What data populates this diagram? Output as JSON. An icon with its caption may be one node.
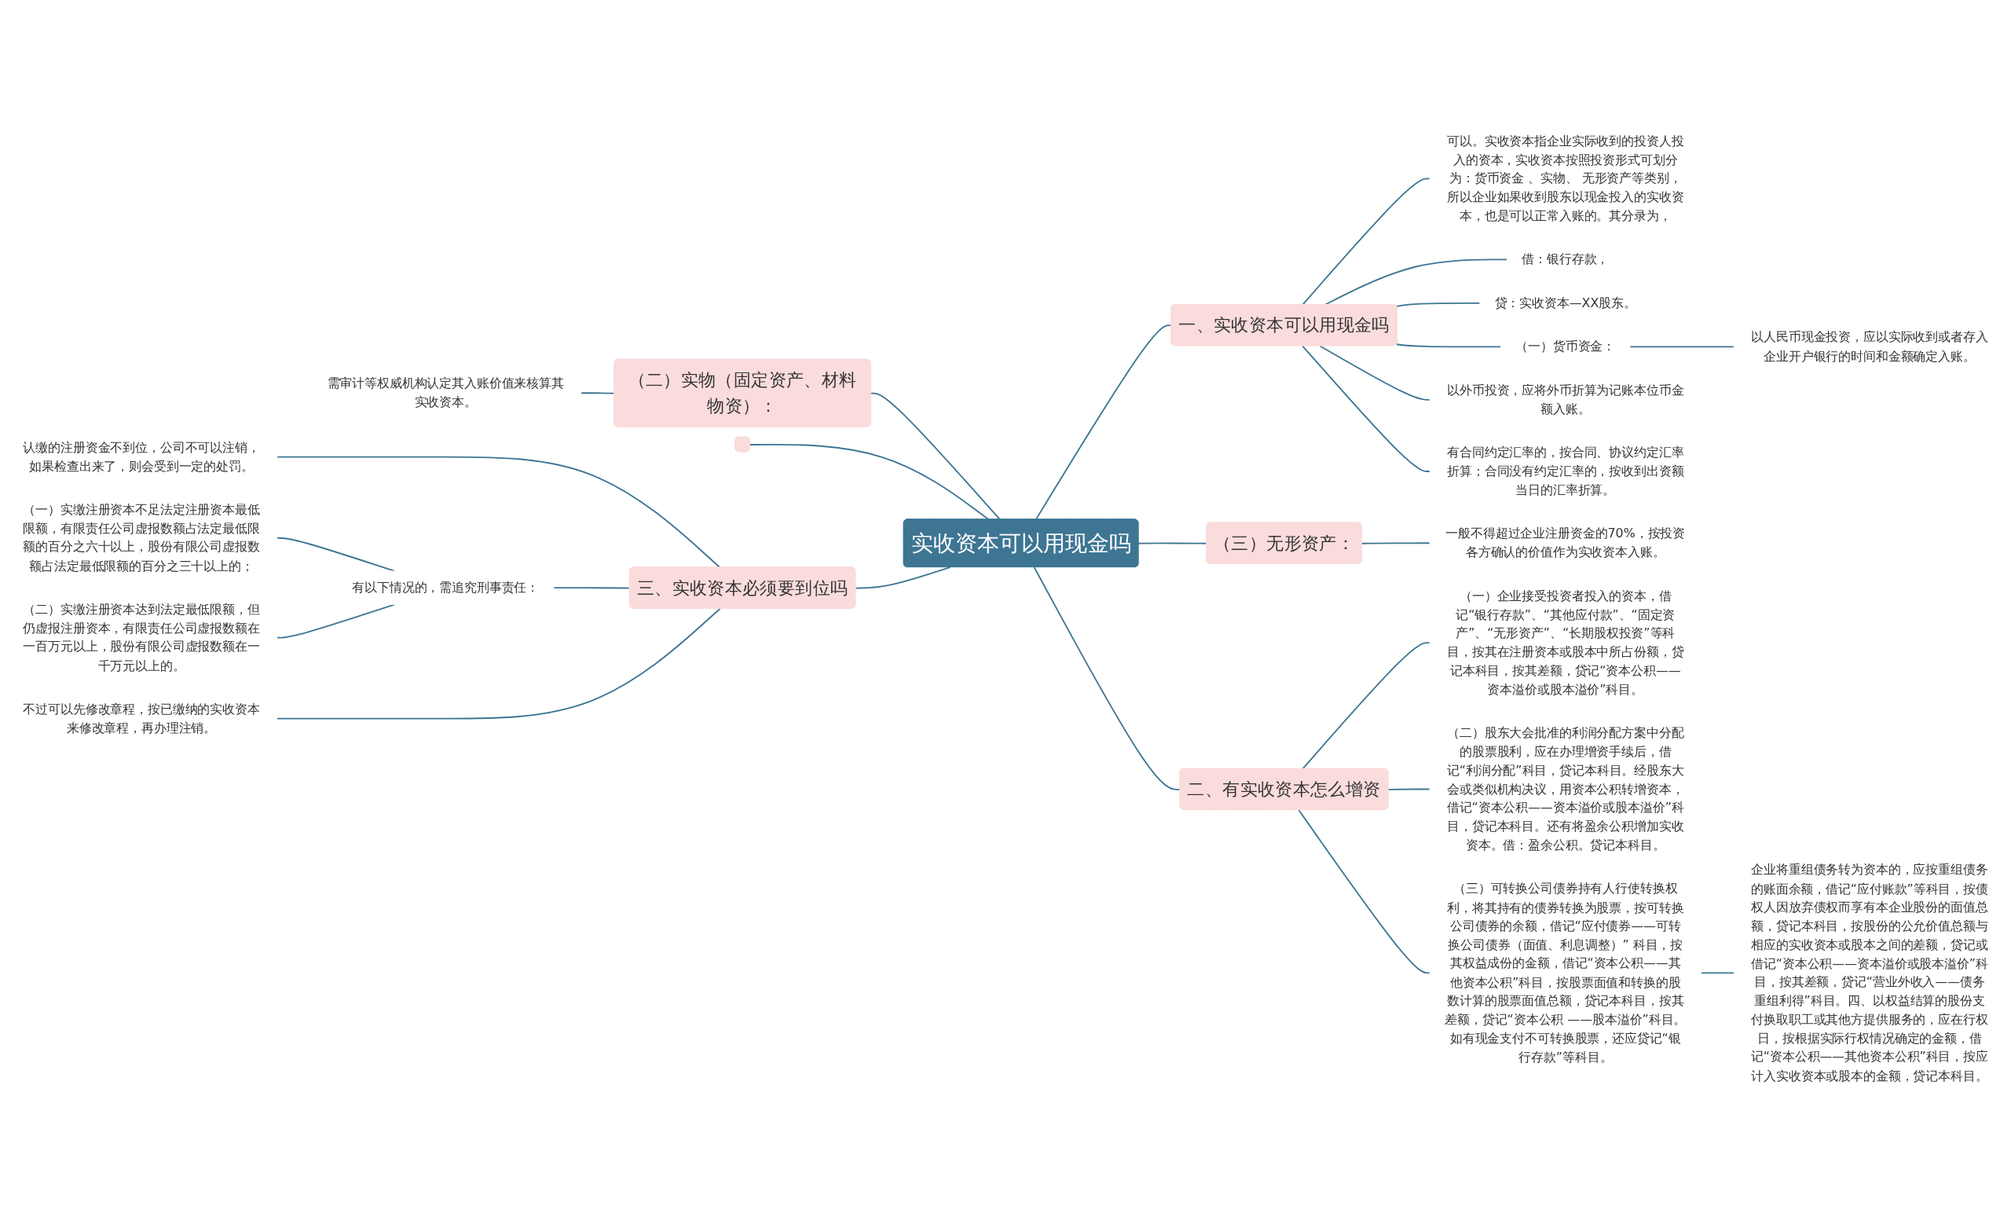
{
  "diagram": {
    "nodes": [
      {
        "text": [
          "实收资本可以用现金吗"
        ]
      },
      {
        "text": [
          "一、实收资本可以用现金吗"
        ]
      },
      {
        "text": [
          "可以。实收资本指企业实际收到的投资人投入的资本，实收资本按照投资形式可划分为：货币资金 、实物、 无形资产等类别，所以企业如果收到股东以现金投入的实收资本，也是可以正常入账的。其分录为，"
        ]
      },
      {
        "text": [
          "借：银行存款，"
        ]
      },
      {
        "text": [
          "贷：实收资本—XX股东。"
        ]
      },
      {
        "text": [
          "（一）货币资金："
        ]
      },
      {
        "text": [
          "以人民币现金投资，应以实际收到或者存入企业开户银行的时间和金额确定入账。"
        ]
      },
      {
        "text": [
          "以外币投资，应将外币折算为记账本位币金额入账。"
        ]
      },
      {
        "text": [
          "有合同约定汇率的，按合同、协议约定汇率折算；合同没有约定汇率的，按收到出资额当日的汇率折算。"
        ]
      },
      {
        "text": [
          "（三）无形资产："
        ]
      },
      {
        "text": [
          "一般不得超过企业注册资金的70%，按投资各方确认的价值作为实收资本入账。"
        ]
      },
      {
        "text": [
          "二、有实收资本怎么增资"
        ]
      },
      {
        "text": [
          "（一）企业接受投资者投入的资本，借记“银行存款”、“其他应付款”、“固定资产”、“无形资产”、“长期股权投资”等科目，按其在注册资本或股本中所占份额，贷记本科目，按其差额，贷记“资本公积——资本溢价或股本溢价”科目。"
        ]
      },
      {
        "text": [
          "（二）股东大会批准的利润分配方案中分配的股票股利，应在办理增资手续后，借记“利润分配”科目，贷记本科目。经股东大会或类似机构决议，用资本公积转增资本，借记“资本公积——资本溢价或股本溢价”科目，贷记本科目。还有将盈余公积增加实收资本。借：盈余公积。贷记本科目。"
        ]
      },
      {
        "text": [
          "（三）可转换公司债券持有人行使转换权利，将其持有的债券转换为股票，按可转换公司债券的余额，借记“应付债券——可转换公司债券（面值、利息调整）” 科目，按其权益成份的金额，借记“资本公积——其他资本公积”科目，按股票面值和转换的股数计算的股票面值总额，贷记本科目，按其差额，贷记“资本公积 ——股本溢价”科目。如有现金支付不可转换股票，还应贷记“银行存款”等科目。"
        ]
      },
      {
        "text": [
          "企业将重组债务转为资本的，应按重组债务的账面余额，借记“应付账款”等科目，按债权人因放弃债权而享有本企业股份的面值总额，贷记本科目，按股份的公允价值总额与相应的实收资本或股本之间的差额，贷记或借记“资本公积——资本溢价或股本溢价”科目，按其差额，贷记“营业外收入——债务重组利得”科目。四、以权益结算的股份支付换取职工或其他方提供服务的，应在行权日，按根据实际行权情况确定的金额，借记“资本公积——其他资本公积”科目，按应计入实收资本或股本的金额，贷记本科目。"
        ]
      },
      {
        "text": [
          "（二）实物（固定资产、材料物资）："
        ]
      },
      {
        "text": [
          "需审计等权威机构认定其入账价值来核算其实收资本。"
        ]
      },
      {
        "text": [],
        "shape": "box"
      },
      {
        "text": [
          "三、实收资本必须要到位吗"
        ]
      },
      {
        "text": [
          "认缴的注册资金不到位，公司不可以注销，如果检查出来了，则会受到一定的处罚。"
        ]
      },
      {
        "text": [
          "有以下情况的，需追究刑事责任："
        ]
      },
      {
        "text": [
          "（一）实缴注册资本不足法定注册资本最低限额，有限责任公司虚报数额占法定最低限额的百分之六十以上，股份有限公司虚报数额占法定最低限额的百分之三十以上的；"
        ]
      },
      {
        "text": [
          "（二）实缴注册资本达到法定最低限额，但仍虚报注册资本，有限责任公司虚报数额在一百万元以上，股份有限公司虚报数额在一千万元以上的。"
        ]
      },
      {
        "text": [
          "不过可以先修改章程，按已缴纳的实收资本来修改章程，再办理注销。"
        ]
      }
    ],
    "edges": [
      {
        "from": 0,
        "to": 1,
        "arrow": "none"
      },
      {
        "from": 1,
        "to": 2,
        "arrow": "none"
      },
      {
        "from": 1,
        "to": 3,
        "arrow": "none"
      },
      {
        "from": 1,
        "to": 4,
        "arrow": "none"
      },
      {
        "from": 1,
        "to": 5,
        "arrow": "none"
      },
      {
        "from": 5,
        "to": 6,
        "arrow": "none"
      },
      {
        "from": 1,
        "to": 7,
        "arrow": "none"
      },
      {
        "from": 1,
        "to": 8,
        "arrow": "none"
      },
      {
        "from": 0,
        "to": 9,
        "arrow": "none"
      },
      {
        "from": 9,
        "to": 10,
        "arrow": "none"
      },
      {
        "from": 0,
        "to": 11,
        "arrow": "none"
      },
      {
        "from": 11,
        "to": 12,
        "arrow": "none"
      },
      {
        "from": 11,
        "to": 13,
        "arrow": "none"
      },
      {
        "from": 11,
        "to": 14,
        "arrow": "none"
      },
      {
        "from": 14,
        "to": 15,
        "arrow": "none"
      },
      {
        "from": 17,
        "to": 16,
        "arrow": "none"
      },
      {
        "from": 16,
        "to": 0,
        "arrow": "none"
      },
      {
        "from": 18,
        "to": 0,
        "arrow": "none"
      },
      {
        "from": 20,
        "to": 19,
        "arrow": "none"
      },
      {
        "from": 22,
        "to": 21,
        "arrow": "none"
      },
      {
        "from": 23,
        "to": 21,
        "arrow": "none"
      },
      {
        "from": 21,
        "to": 19,
        "arrow": "none"
      },
      {
        "from": 24,
        "to": 19,
        "arrow": "none"
      },
      {
        "from": 19,
        "to": 0,
        "arrow": "none"
      }
    ]
  }
}
